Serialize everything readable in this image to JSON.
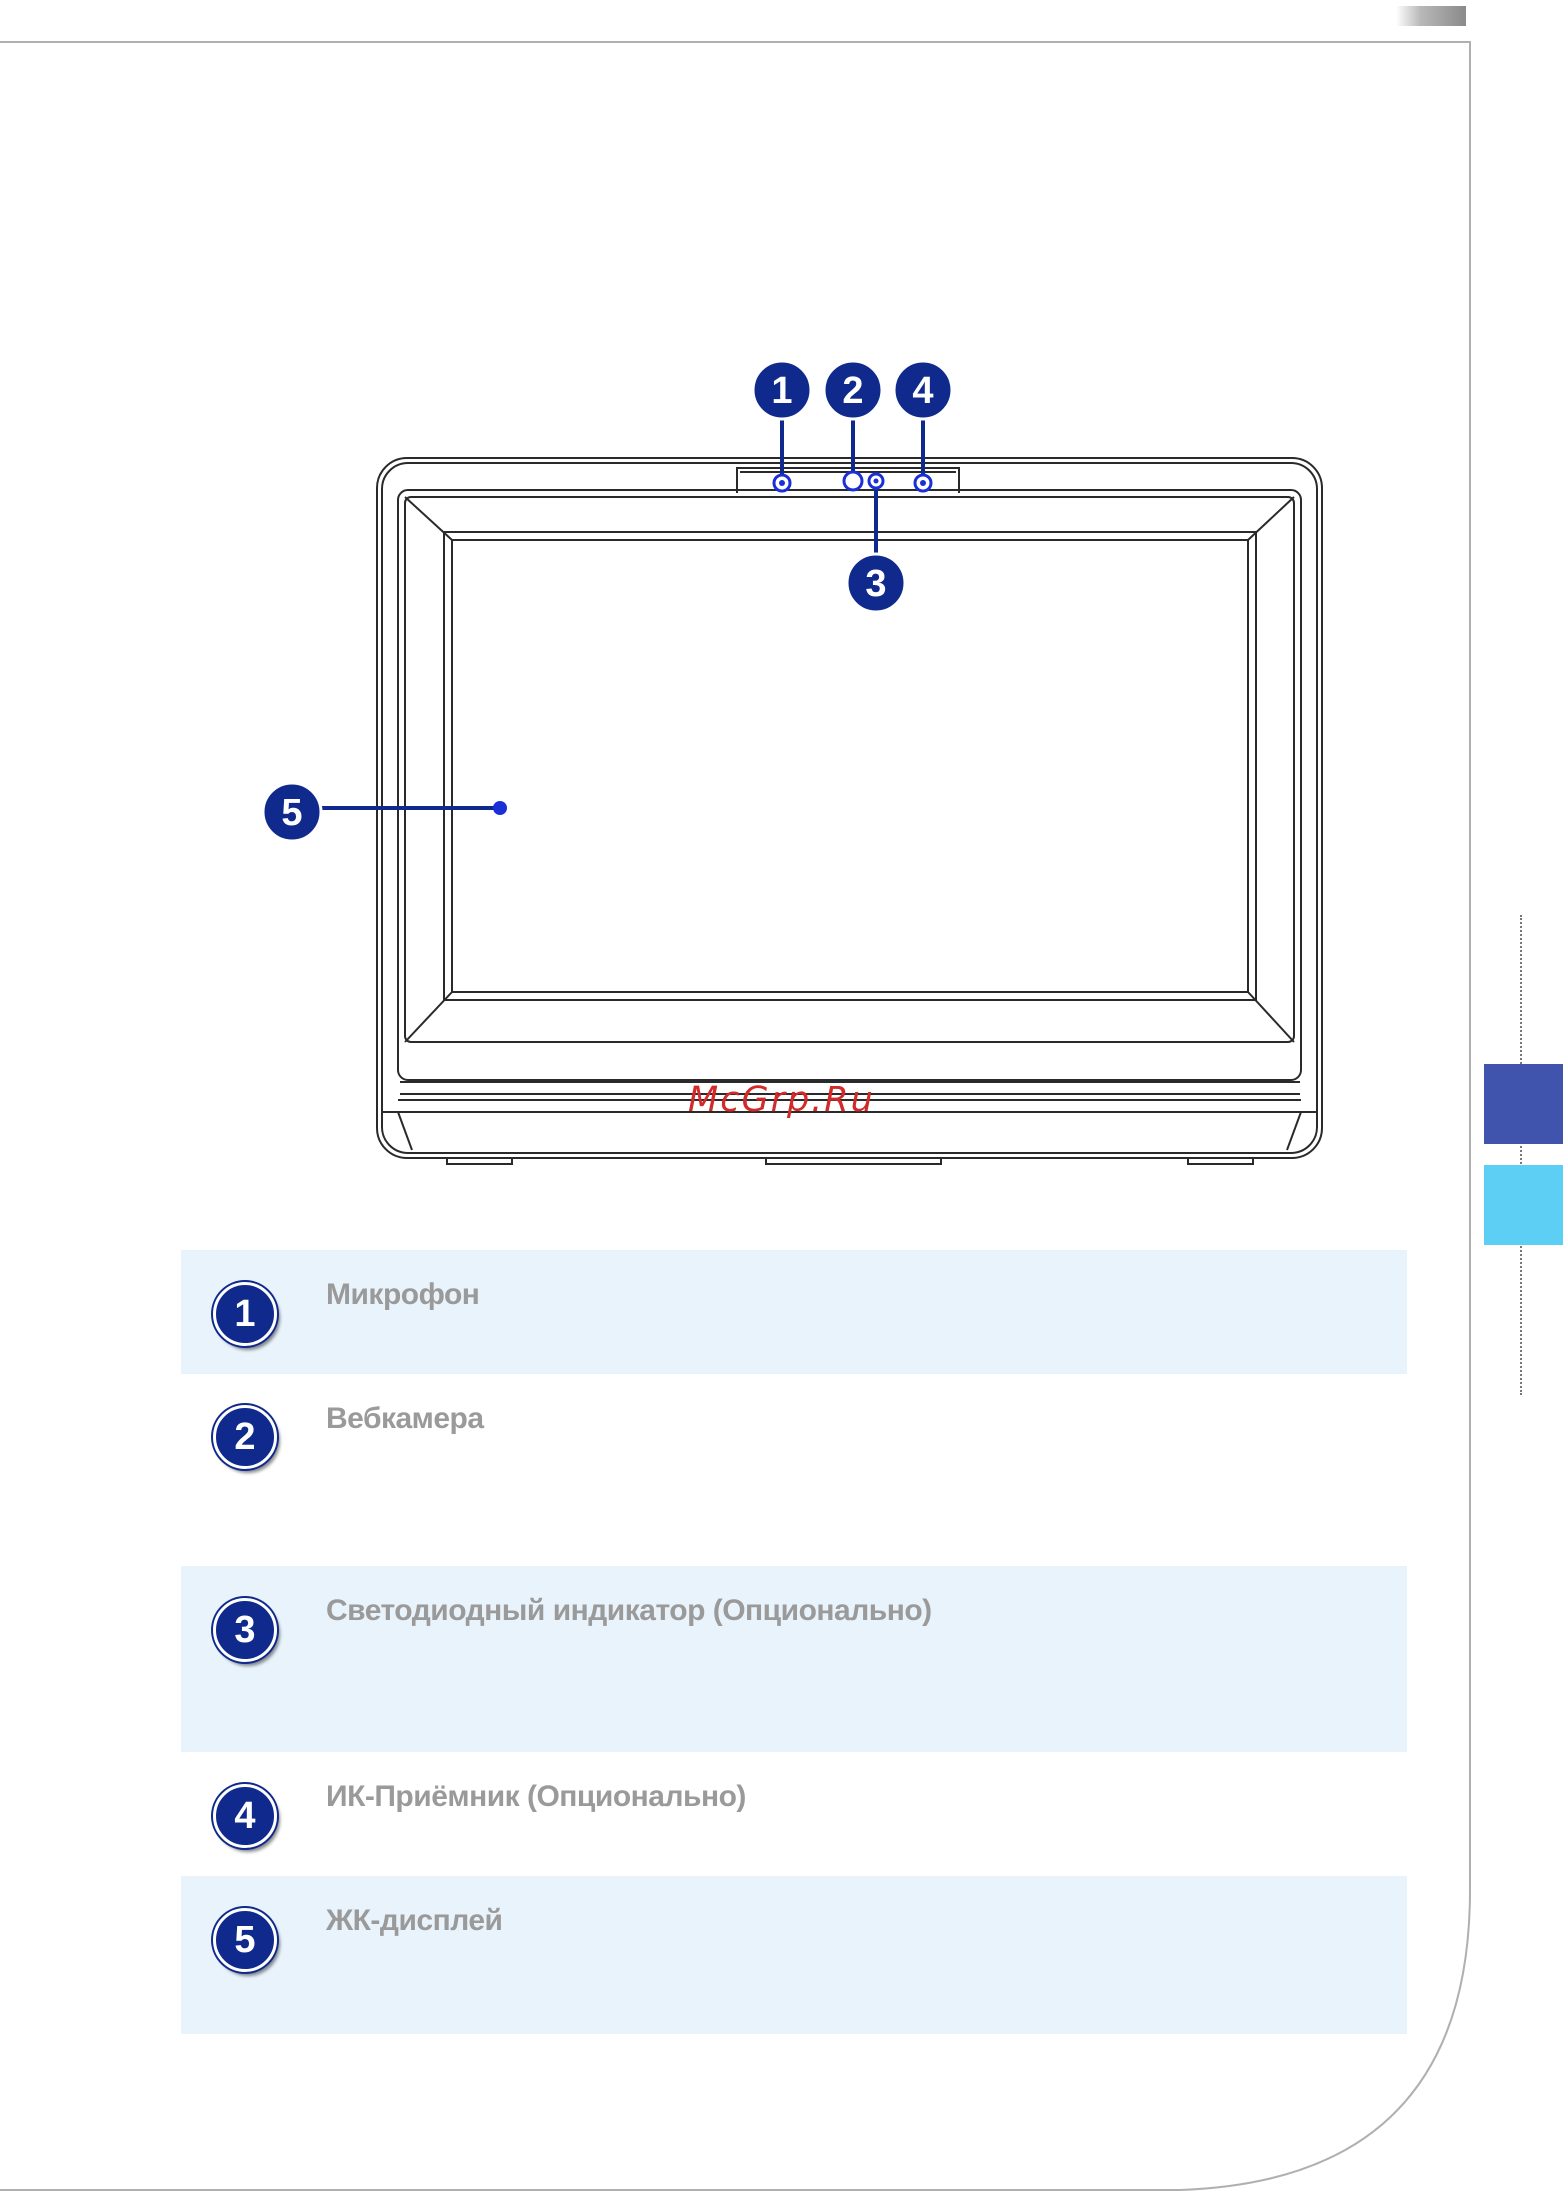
{
  "diagram": {
    "callouts": [
      "1",
      "2",
      "3",
      "4",
      "5"
    ]
  },
  "watermark": "McGrp.Ru",
  "legend": [
    {
      "number": "1",
      "label": "Микрофон"
    },
    {
      "number": "2",
      "label": "Вебкамера"
    },
    {
      "number": "3",
      "label": "Светодиодный индикатор (Опционально)"
    },
    {
      "number": "4",
      "label": "ИК-Приёмник (Опционально)"
    },
    {
      "number": "5",
      "label": "ЖК-дисплей"
    }
  ],
  "colors": {
    "callout_blue": "#0f2a8c",
    "tab_dark": "#4054ad",
    "tab_light": "#5dcff5",
    "row_shade": "#e9f3fb",
    "label_gray": "#9a9a9a",
    "watermark_red": "#d12a2a"
  }
}
